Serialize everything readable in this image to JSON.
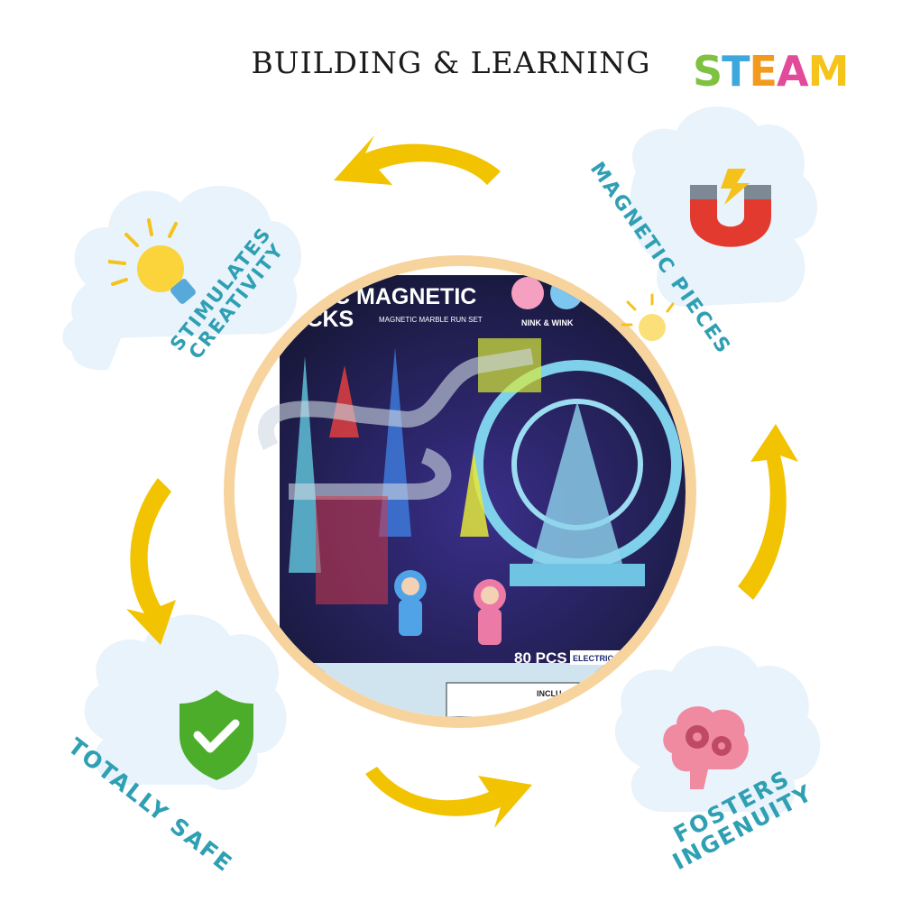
{
  "title": "BUILDING & LEARNING",
  "steam_logo": {
    "letters": [
      "S",
      "T",
      "E",
      "A",
      "M"
    ],
    "colors": [
      "#7fc241",
      "#3ea7db",
      "#f39a1e",
      "#e14b9a",
      "#f4c41b"
    ]
  },
  "captions": {
    "creativity": [
      "STIMULATES",
      "CREATIVITY"
    ],
    "magnetic": "MAGNETIC PIECES",
    "safe": "TOTALLY SAFE",
    "ingenuity": [
      "FOSTERS",
      "INGENUITY"
    ]
  },
  "product_box": {
    "title_line1": "C MAGNETIC",
    "title_line2": "OCKS",
    "subtitle": "MAGNETIC MARBLE RUN SET",
    "mascot_label": "NINK & WINK",
    "pieces": "80 PCS",
    "badge": "ELECTRIC",
    "footer_text": "INCLU"
  },
  "icons": [
    "lightbulb-icon",
    "magnet-icon",
    "shield-check-icon",
    "brain-gears-icon",
    "arrow-icon"
  ],
  "colors": {
    "caption": "#2f9fb3",
    "arrow": "#f2c300",
    "cloud": "#e7f3fb",
    "ring": "#f7d49e"
  }
}
